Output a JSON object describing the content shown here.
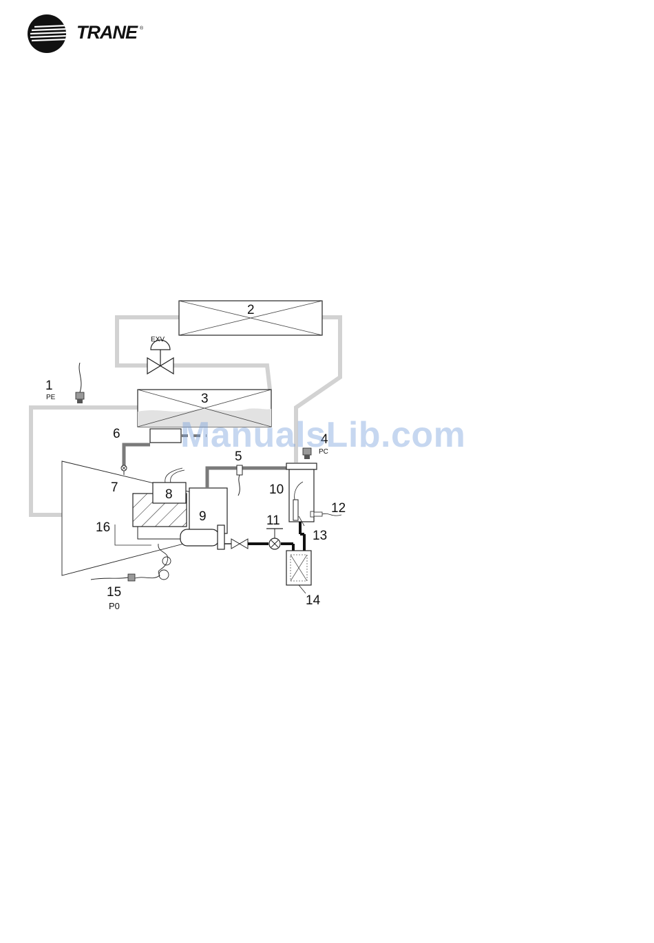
{
  "brand": {
    "name": "TRANE",
    "reg": "®"
  },
  "watermark": "ManualsLib.com",
  "labels": {
    "exv": "EXV",
    "n1": "1",
    "pe": "PE",
    "n2": "2",
    "n3": "3",
    "n4": "4",
    "pc": "PC",
    "n5": "5",
    "n6": "6",
    "n7": "7",
    "n8": "8",
    "n9": "9",
    "n10": "10",
    "n11": "11",
    "n12": "12",
    "n13": "13",
    "n14": "14",
    "n15": "15",
    "p0": "P0",
    "n16": "16"
  },
  "colors": {
    "pipe_light": "#d2d2d2",
    "pipe_mid": "#7a7a7a",
    "pipe_dark": "#111111",
    "liquid": "#e2e2e2"
  }
}
